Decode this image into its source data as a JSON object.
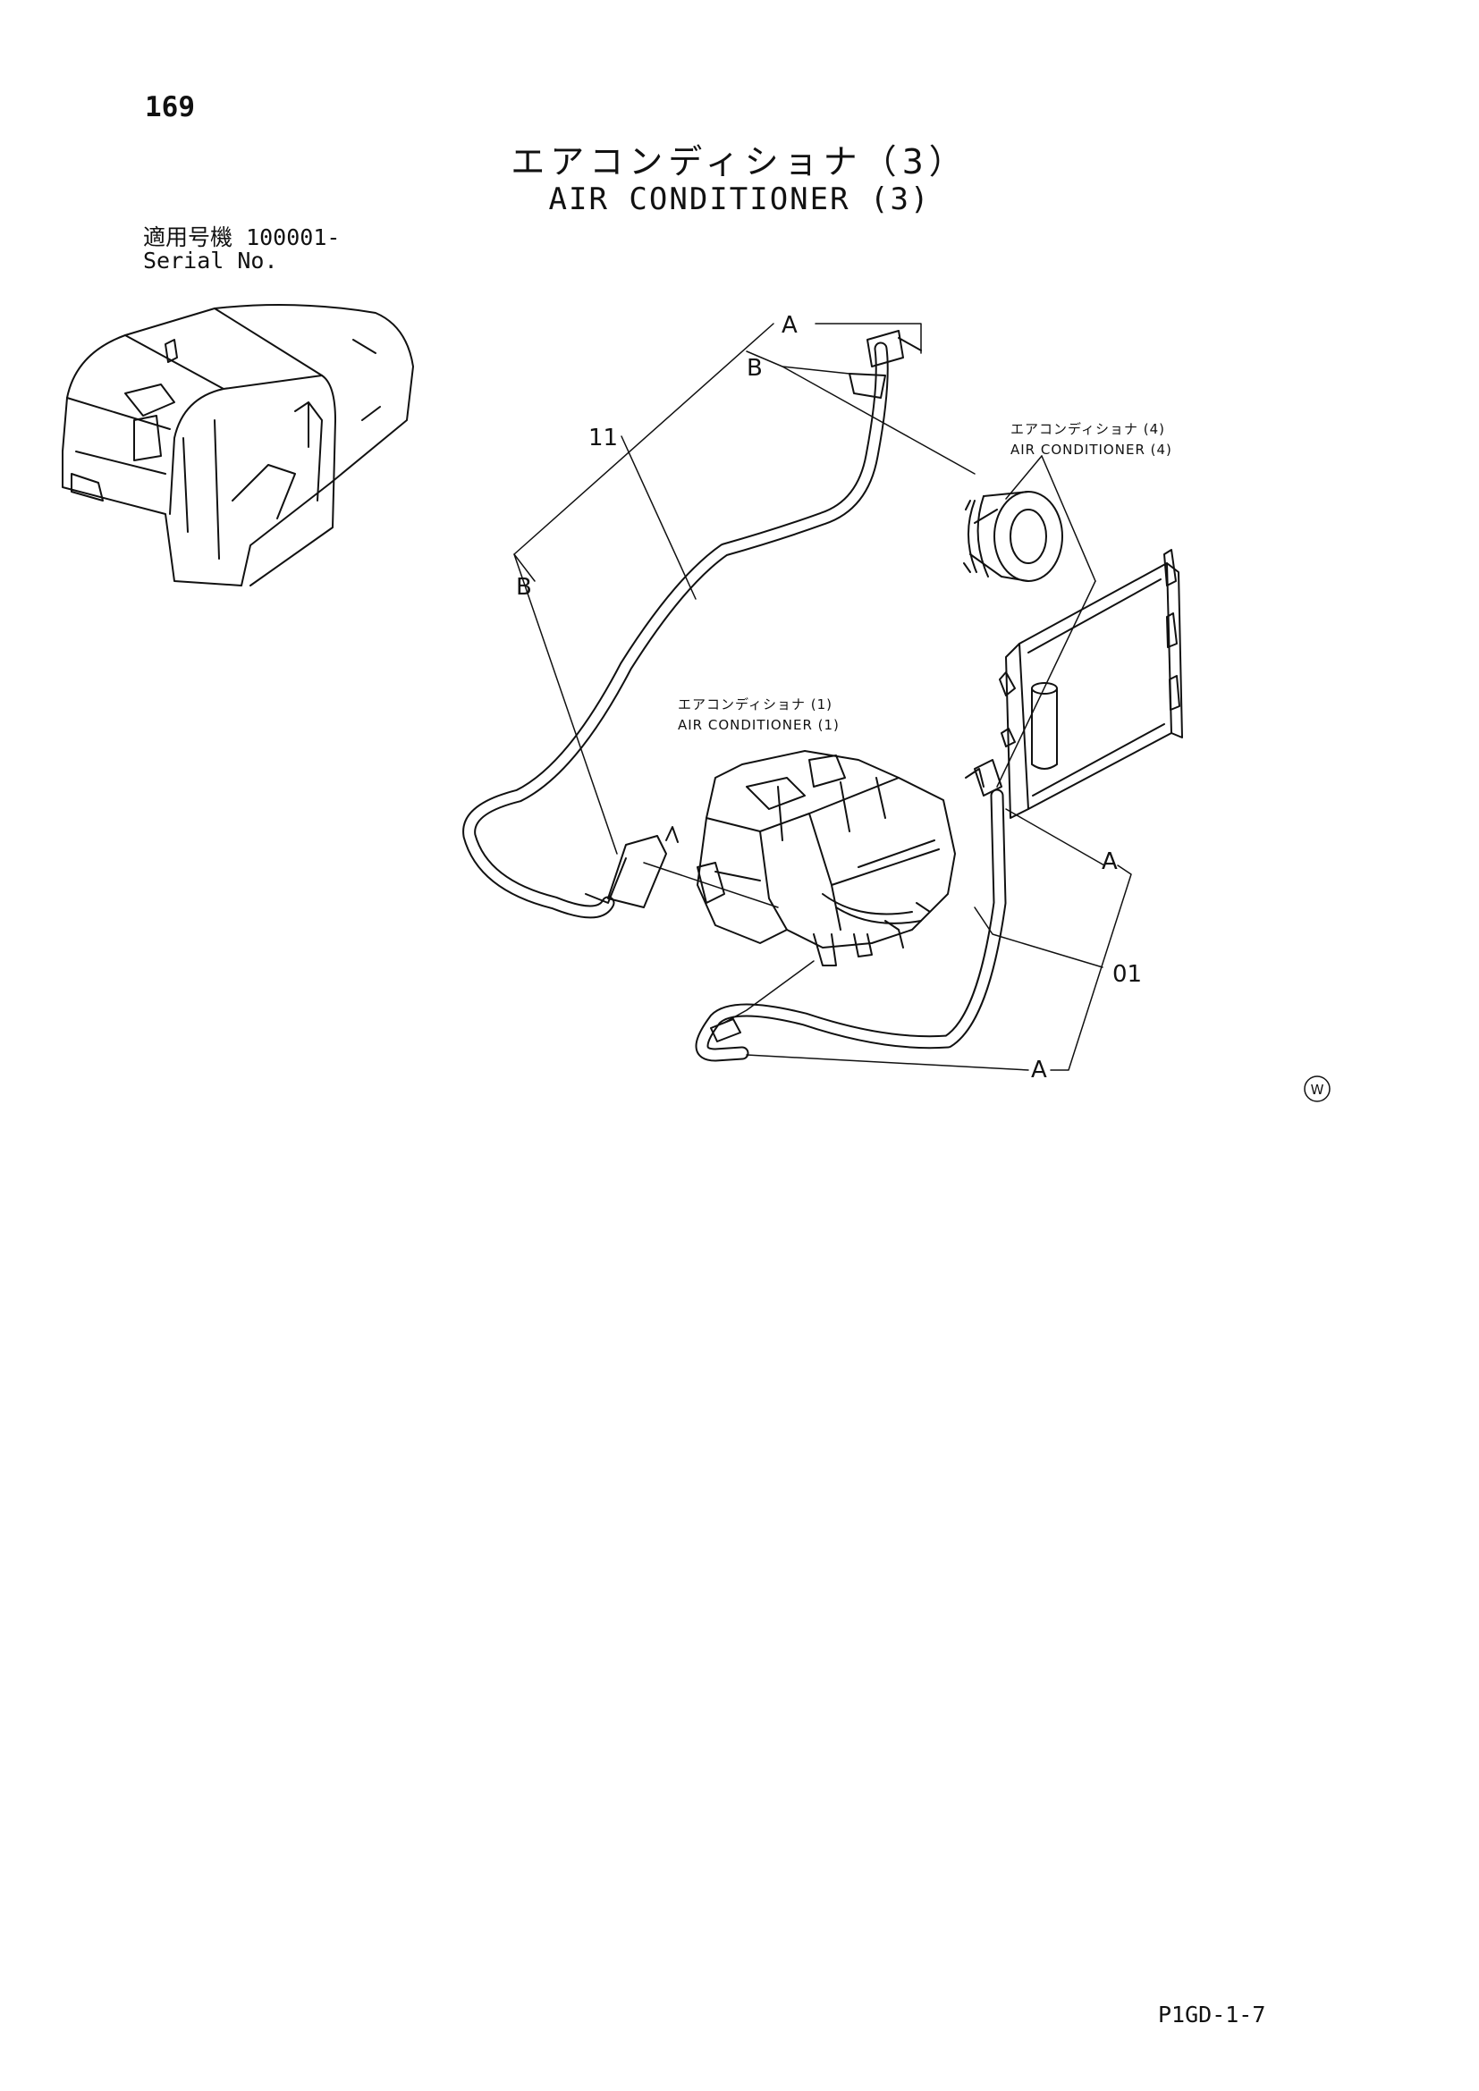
{
  "page_number": "169",
  "title_jp": "エアコンディショナ（3）",
  "title_en": "AIR CONDITIONER (3)",
  "serial": {
    "label_jp": "適用号機",
    "value": "100001-",
    "label_en": "Serial No."
  },
  "references": [
    {
      "jp": "エアコンディショナ (4)",
      "en": "AIR CONDITIONER (4)"
    },
    {
      "jp": "エアコンディショナ (1)",
      "en": "AIR CONDITIONER (1)"
    }
  ],
  "callouts": {
    "a_top": "A",
    "b_top": "B",
    "part_11": "11",
    "b_left": "B",
    "a_right": "A",
    "part_01": "01",
    "a_bottom": "A"
  },
  "w_mark": "W",
  "footer_code": "P1GD-1-7"
}
